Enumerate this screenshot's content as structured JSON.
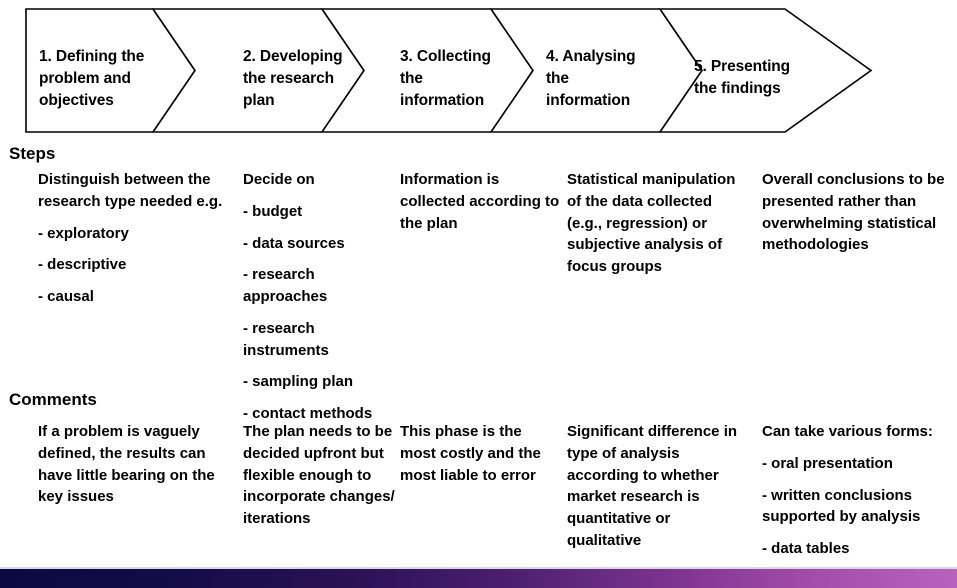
{
  "slide": {
    "background_color": "#ffffff",
    "text_color": "#000000"
  },
  "banner": {
    "shape": "chevron-arrow-process",
    "stroke_color": "#000000",
    "fill_color": "#ffffff",
    "steps": [
      {
        "label": "1. Defining the\nproblem  and\nobjectives"
      },
      {
        "label": "2. Developing\nthe research\nplan"
      },
      {
        "label": "3. Collecting\nthe\ninformation"
      },
      {
        "label": "4. Analysing\nthe\ninformation"
      },
      {
        "label": "5. Presenting\nthe findings"
      }
    ]
  },
  "sections": [
    {
      "id": "steps",
      "heading": "Steps",
      "columns": [
        {
          "id": "steps-col-1",
          "blocks": [
            {
              "text": "Distinguish between the research type needed e.g.",
              "spaced": false
            },
            {
              "text": "- exploratory",
              "spaced": true
            },
            {
              "text": "- descriptive",
              "spaced": true
            },
            {
              "text": "- causal",
              "spaced": true
            }
          ]
        },
        {
          "id": "steps-col-2",
          "blocks": [
            {
              "text": "Decide on",
              "spaced": false
            },
            {
              "text": "- budget",
              "spaced": true
            },
            {
              "text": "- data sources",
              "spaced": true
            },
            {
              "text": "- research approaches",
              "spaced": true
            },
            {
              "text": "- research instruments",
              "spaced": true
            },
            {
              "text": "- sampling plan",
              "spaced": true
            },
            {
              "text": "- contact methods",
              "spaced": true
            }
          ]
        },
        {
          "id": "steps-col-3",
          "blocks": [
            {
              "text": "Information is collected according to the plan",
              "spaced": false
            }
          ]
        },
        {
          "id": "steps-col-4",
          "blocks": [
            {
              "text": "Statistical manipulation of the data collected (e.g., regression) or subjective analysis of focus groups",
              "spaced": false
            }
          ]
        },
        {
          "id": "steps-col-5",
          "blocks": [
            {
              "text": "Overall conclusions to be presented rather than overwhelming statistical methodologies",
              "spaced": false
            }
          ]
        }
      ]
    },
    {
      "id": "comments",
      "heading": "Comments",
      "columns": [
        {
          "id": "comments-col-1",
          "blocks": [
            {
              "text": "If a problem is vaguely defined, the results can have little bearing on the key issues",
              "spaced": false
            }
          ]
        },
        {
          "id": "comments-col-2",
          "blocks": [
            {
              "text": "The plan needs to be decided upfront but flexible enough to incorporate changes/ iterations",
              "spaced": false
            }
          ]
        },
        {
          "id": "comments-col-3",
          "blocks": [
            {
              "text": "This phase is the most costly and the most liable to error",
              "spaced": false
            }
          ]
        },
        {
          "id": "comments-col-4",
          "blocks": [
            {
              "text": "Significant difference in type of analysis according to whether market research is quantitative or qualitative",
              "spaced": false
            }
          ]
        },
        {
          "id": "comments-col-5",
          "blocks": [
            {
              "text": "Can take various forms:",
              "spaced": false
            },
            {
              "text": "- oral presentation",
              "spaced": true
            },
            {
              "text": "- written conclusions supported by analysis",
              "spaced": true
            },
            {
              "text": "- data tables",
              "spaced": true
            }
          ]
        }
      ]
    }
  ],
  "footer_bar": {
    "gradient_start": "#0b0940",
    "gradient_end": "#b962bd"
  }
}
